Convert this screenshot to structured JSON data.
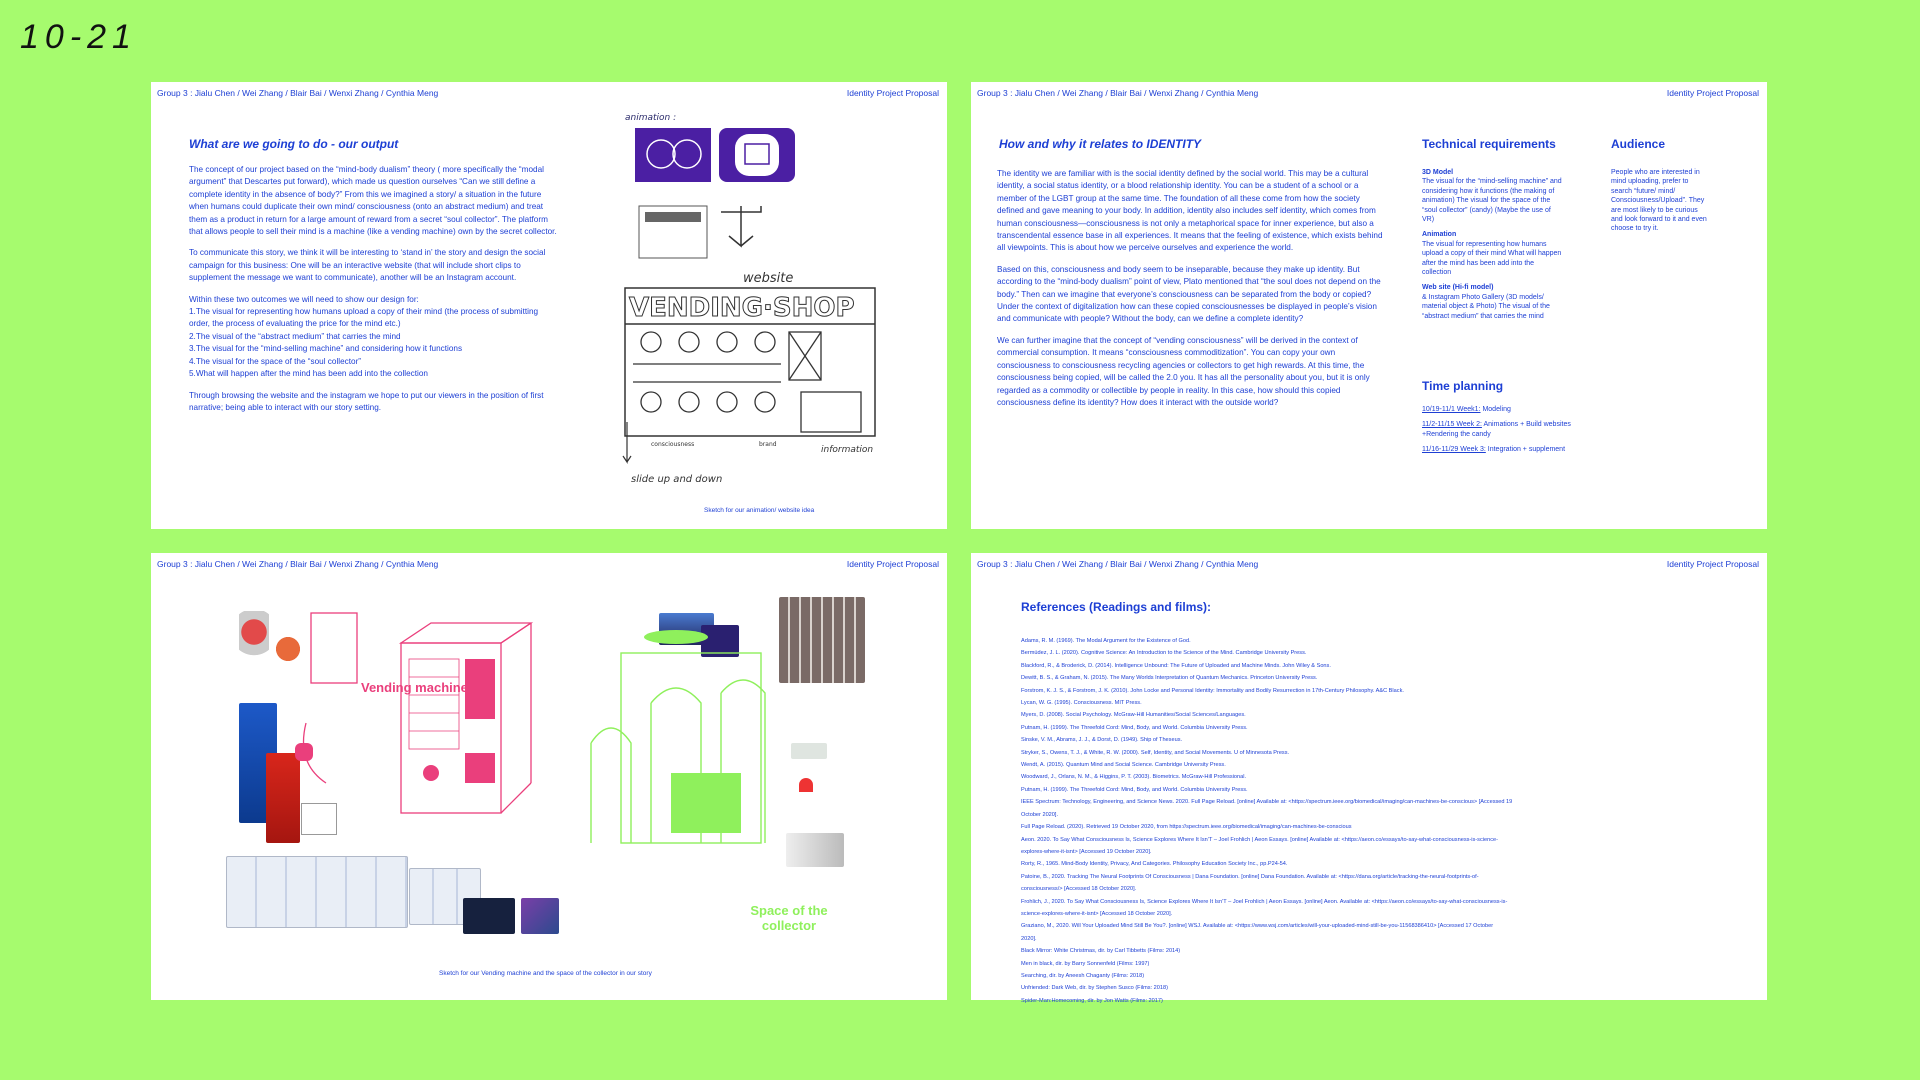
{
  "date": "10-21",
  "header": {
    "group": "Group 3 : Jialu Chen / Wei Zhang / Blair Bai / Wenxi Zhang / Cynthia Meng",
    "project": "Identity Project Proposal"
  },
  "slide1": {
    "title": "What are we going to do - our output",
    "p1": "The concept of our project based on the “mind-body dualism” theory ( more specifically the “modal argument” that Descartes put forward), which made us question ourselves “Can we still define a complete identity in the absence of body?”  From this we imagined a story/ a situation in the future when humans could duplicate their own mind/ consciousness (onto an abstract medium) and treat them as a product in return for a large amount of reward from a secret “soul collector”. The platform that allows people to sell their mind is a machine (like a vending machine) own by the secret collector.",
    "p2": "To communicate this story, we think it will be interesting to ‘stand in’ the story and design the social campaign for this business: One will be an interactive website (that will include short clips to supplement the message we want to communicate), another will be an Instagram account.",
    "p3_intro": "Within these two outcomes we will need to show our design for:",
    "list": [
      "1.The visual for representing how humans upload a copy of their mind (the process of submitting order, the process of evaluating the price for the mind etc.)",
      "2.The visual of the “abstract medium” that carries the mind",
      "3.The visual for the “mind-selling machine” and considering how it functions",
      "4.The visual for the space of the “soul collector”",
      "5.What will happen after the mind has been add into the collection"
    ],
    "p4": "Through browsing the website and the instagram we hope to put our viewers in the position of first narrative; being able to interact with our story setting.",
    "sketch_animation": "animation :",
    "sketch_website": "website",
    "sketch_shop": "VENDING·SHOP",
    "sketch_slide": "slide up and down",
    "sketch_information": "information",
    "sketch_consciousness": "consciousness",
    "sketch_brand": "brand",
    "caption": "Sketch for our animation/ website idea"
  },
  "slide2": {
    "title": "How and why it relates to IDENTITY",
    "p1": "The identity we are familiar with is the social identity defined by the social world. This may be a cultural identity, a social status identity, or a blood relationship identity. You can be a student of a school or a member of the LGBT group at the same time. The foundation of all these come from how the society defined and gave meaning to your body. In addition, identity also includes self identity, which comes from human consciousness—consciousness is not only a metaphorical space for inner experience, but also a transcendental essence base in all experiences. It means that the feeling of existence, which exists behind all viewpoints. This is about how we perceive ourselves and experience the world.",
    "p2": "Based on this, consciousness and body seem to be inseparable, because they make up identity. But according to the “mind-body dualism” point of view, Plato mentioned that “the soul does not depend on the body.” Then can we imagine that everyone’s consciousness can be separated from the body or copied? Under the context of digitalization how can these copied consciousnesses be displayed in people’s vision and communicate with people? Without the body, can we define a complete identity?",
    "p3": "We can further imagine that the concept of “vending consciousness” will be derived in the context of commercial consumption. It means “consciousness commoditization”. You can copy your own consciousness to consciousness recycling agencies or collectors to get high rewards. At this time, the consciousness being copied, will be called the 2.0 you. It has all the personality about you, but it is only regarded as a commodity or collectible by people in reality. In this case, how should this copied consciousness define its identity? How does it interact with the outside world?",
    "tech_title": "Technical requirements",
    "tech": [
      {
        "head": "3D Model",
        "text": "The visual for the “mind-selling machine” and considering how it functions (the making of animation) The visual for the space of the “soul collector” (candy) (Maybe the use of VR)"
      },
      {
        "head": "Animation",
        "text": "The visual for representing how humans upload a copy of their mind What will happen after the mind has been add into the collection"
      },
      {
        "head": "Web site (Hi-fi model)",
        "text": "& Instagram Photo Gallery (3D models/ material object & Photo) The visual of the “abstract medium” that carries the mind"
      }
    ],
    "audience_title": "Audience",
    "audience": "People who are interested in mind uploading,  prefer to search “future/ mind/ Consciousness/Upload”. They are most likely to be curious and look forward to it and even choose to try it.",
    "time_title": "Time planning",
    "time": [
      {
        "when": "10/19-11/1 Week1:",
        "what": " Modeling"
      },
      {
        "when": "11/2-11/15 Week 2:",
        "what": " Animations + Build websites +Rendering the candy"
      },
      {
        "when": "11/16-11/29 Week 3:",
        "what": " Integration + supplement"
      }
    ]
  },
  "slide3": {
    "vending_label": "Vending machine",
    "collector_label": "Space of the collector",
    "caption": "Sketch for our Vending machine and the space of the collector in our story"
  },
  "slide4": {
    "title": "References (Readings and films):",
    "refs": [
      "Adams, R. M. (1969). The Modal Argument for the Existence of God.",
      "Bermúdez, J. L. (2020). Cognitive Science: An Introduction to the Science of the Mind. Cambridge University Press.",
      "Blackford, R., & Broderick, D. (2014). Intelligence Unbound: The Future of Uploaded and Machine Minds. John Wiley & Sons.",
      "Dewitt, B. S., & Graham, N. (2015). The Many Worlds Interpretation of Quantum Mechanics. Princeton University Press.",
      "Forstrom, K. J. S., & Forstrom, J. K. (2010). John Locke and Personal Identity: Immortality and Bodily Resurrection in 17th-Century Philosophy. A&C Black.",
      "Lycan, W. G. (1995). Consciousness. MIT Press.",
      "Myers, D. (2008). Social Psychology. McGraw-Hill Humanities/Social Sciences/Languages.",
      "Putnam, H. (1999). The Threefold Cord: Mind, Body, and World. Columbia University Press.",
      "Sinske, V. M., Abrams, J. J., & Dorst, D. (1949). Ship of Theseus.",
      "Stryker, S., Owens, T. J., & White, R. W. (2000). Self, Identity, and Social Movements. U of Minnesota Press.",
      "Wendt, A. (2015). Quantum Mind and Social Science. Cambridge University Press.",
      "Woodward, J., Orlans, N. M., & Higgins, P. T. (2003). Biometrics. McGraw-Hill Professional.",
      "Putnam, H. (1999). The Threefold Cord: Mind, Body, and World. Columbia University Press.",
      "IEEE Spectrum: Technology, Engineering, and Science News. 2020. Full Page Reload. [online] Available at: <https://spectrum.ieee.org/biomedical/imaging/can-machines-be-conscious> [Accessed 19",
      "October 2020].",
      "Full Page Reload. (2020). Retrieved 19 October 2020, from https://spectrum.ieee.org/biomedical/imaging/can-machines-be-conscious",
      "Aeon. 2020. To Say What Consciousness Is, Science Explores Where It Isn’T – Joel Frohlich | Aeon Essays. [online] Available at: <https://aeon.co/essays/to-say-what-consciousness-is-science-",
      "explores-where-it-isnt> [Accessed 19 October 2020].",
      "Rorty, R., 1965. Mind-Body Identity, Privacy, And Categories. Philosophy Education Society Inc., pp.P24-54.",
      "Patoine, B., 2020. Tracking The Neural Footprints Of Consciousness | Dana Foundation. [online] Dana Foundation. Available at: <https://dana.org/article/tracking-the-neural-footprints-of-",
      "consciousness/> [Accessed 18 October 2020].",
      "Frohlich, J., 2020. To Say What Consciousness Is, Science Explores Where It Isn’T – Joel Frohlich | Aeon Essays. [online] Aeon. Available at: <https://aeon.co/essays/to-say-what-consciousness-is-",
      "science-explores-where-it-isnt> [Accessed 18 October 2020].",
      "Graziano, M., 2020. Will Your Uploaded Mind Still Be You?. [online] WSJ. Available at: <https://www.wsj.com/articles/will-your-uploaded-mind-still-be-you-11568386410> [Accessed 17 October",
      "2020].",
      "Black Mirror: White Christmas, dir. by Carl Tibbetts (Films: 2014)",
      "Men in black, dir. by Barry Sonnenfeld (Films: 1997)",
      "Searching, dir. by Aneesh Chaganty (Films: 2018)",
      "Unfriended: Dark Web, dir. by Stephen Susco (Films: 2018)",
      "Spider-Man:Homecoming, dir. by Jon Watts (Films: 2017)"
    ]
  },
  "colors": {
    "background": "#a6fb6e",
    "text_blue": "#1d3fd4",
    "pink": "#ea3f7c",
    "green": "#8ff05c"
  }
}
